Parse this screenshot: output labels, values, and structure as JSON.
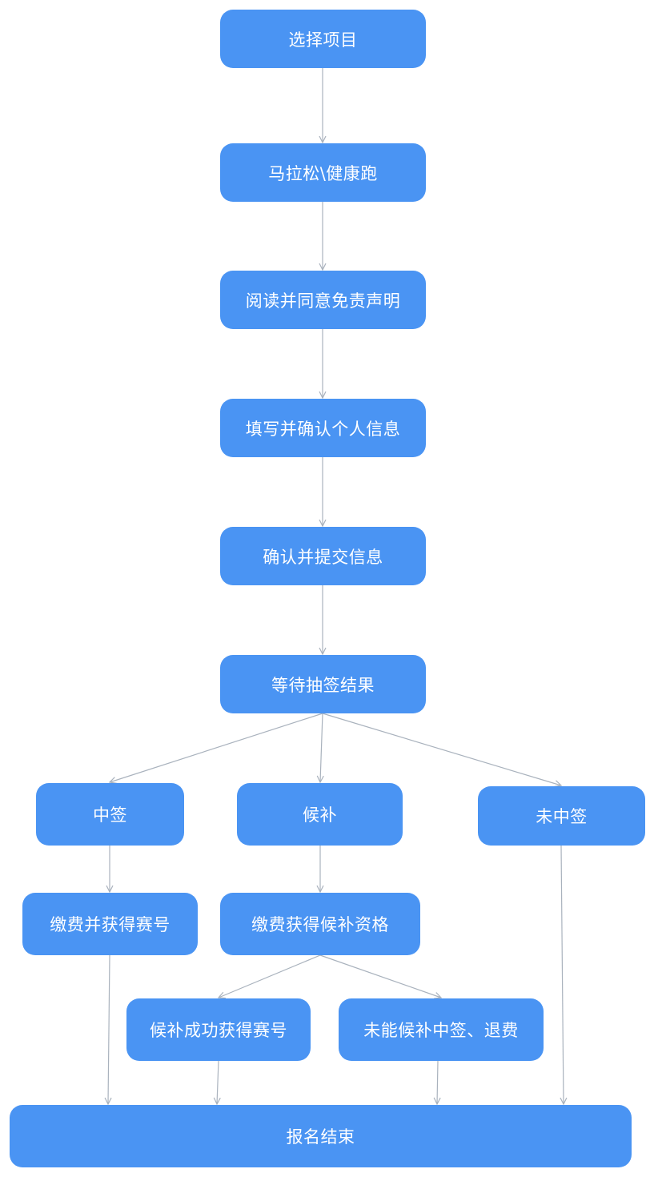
{
  "flowchart": {
    "nodes": {
      "select_item": "选择项目",
      "marathon_health_run": "马拉松\\健康跑",
      "read_agree_disclaimer": "阅读并同意免责声明",
      "fill_confirm_info": "填写并确认个人信息",
      "confirm_submit_info": "确认并提交信息",
      "await_lottery_result": "等待抽签结果",
      "won_lottery": "中签",
      "waitlist": "候补",
      "not_won": "未中签",
      "pay_get_bib": "缴费并获得赛号",
      "pay_waitlist_qualification": "缴费获得候补资格",
      "waitlist_success_bib": "候补成功获得赛号",
      "waitlist_fail_refund": "未能候补中签、退费",
      "registration_end": "报名结束"
    }
  },
  "colors": {
    "node_fill": "#4a94f3",
    "node_text": "#ffffff",
    "connector": "#a9b2bd",
    "background": "#ffffff"
  }
}
